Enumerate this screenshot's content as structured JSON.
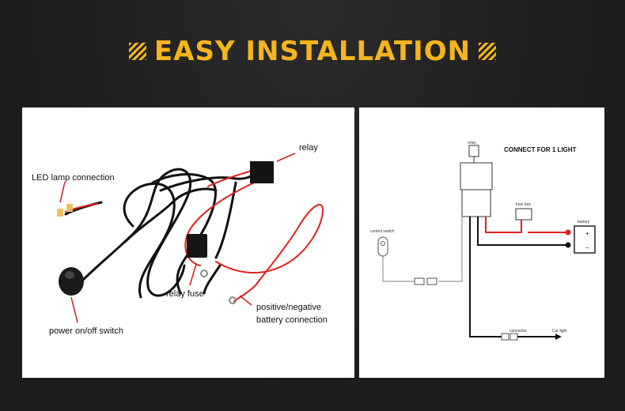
{
  "header": {
    "title": "EASY INSTALLATION"
  },
  "photo": {
    "labels": {
      "relay": "relay",
      "led": "LED lamp connection",
      "fuse": "relay fuse",
      "battery_1": "positive/negative",
      "battery_2": "battery connection",
      "switch": "power on/off switch"
    }
  },
  "schematic": {
    "title": "CONNECT FOR 1  LIGHT",
    "labels": {
      "relay": "relay",
      "fuse_box": "fuse box",
      "battery": "battery",
      "plus": "+",
      "minus": "−",
      "control_switch": "control switch",
      "connector": "connector",
      "car_light": "Car light"
    }
  },
  "colors": {
    "accent": "#f5b51c",
    "wire_red": "#e02020",
    "wire_black": "#111111"
  }
}
